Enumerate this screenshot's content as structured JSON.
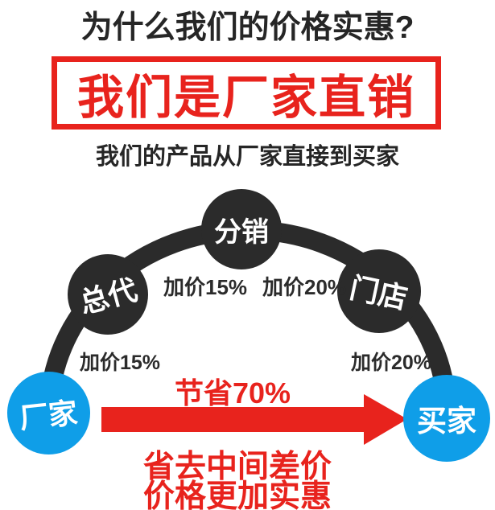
{
  "colors": {
    "red": "#e8231d",
    "blue": "#0f9ee8",
    "dark": "#2b2b2b",
    "background": "#ffffff"
  },
  "header": {
    "title": "为什么我们的价格实惠?",
    "banner": "我们是厂家直销",
    "subtitle": "我们的产品从厂家直接到买家"
  },
  "diagram": {
    "nodes": [
      {
        "id": "factory",
        "label": "厂家",
        "type": "blue"
      },
      {
        "id": "agent",
        "label": "总代",
        "type": "dark"
      },
      {
        "id": "distributor",
        "label": "分销",
        "type": "dark"
      },
      {
        "id": "store",
        "label": "门店",
        "type": "dark"
      },
      {
        "id": "buyer",
        "label": "买家",
        "type": "blue"
      }
    ],
    "markups": [
      {
        "segment": "factory-to-agent",
        "label": "加价15%"
      },
      {
        "segment": "agent-to-distributor",
        "label": "加价15%"
      },
      {
        "segment": "distributor-to-store",
        "label": "加价20%"
      },
      {
        "segment": "store-to-buyer",
        "label": "加价20%"
      }
    ],
    "arrow_label": "节省70%",
    "footer_line1": "省去中间差价",
    "footer_line2": "价格更加实惠"
  }
}
